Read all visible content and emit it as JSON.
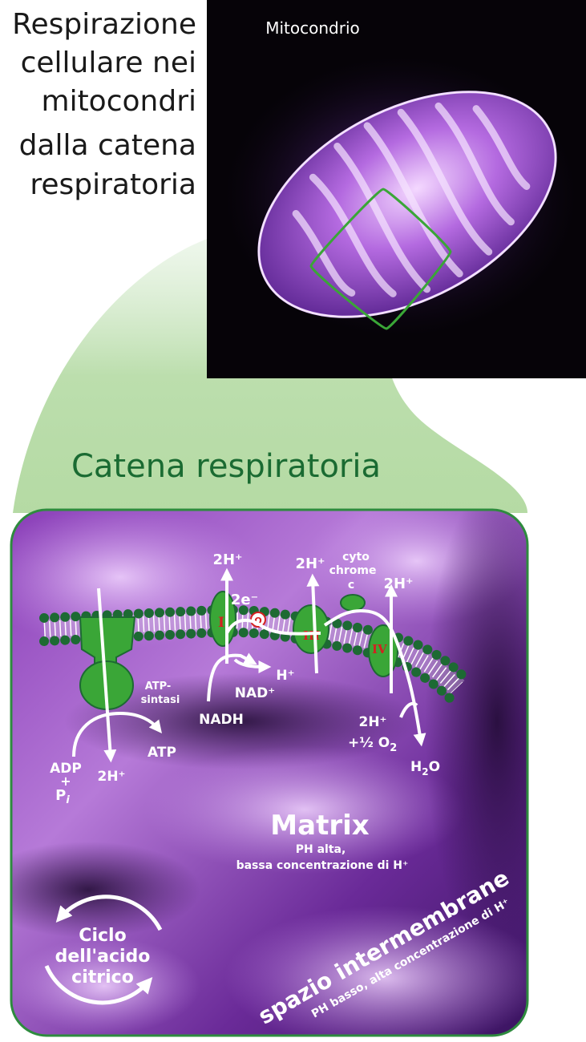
{
  "title_lines": [
    "Respirazione",
    "cellulare nei",
    "mitocondri",
    "dalla catena",
    "respiratoria"
  ],
  "mitochondrion_label": "Mitocondrio",
  "chain_title": "Catena respiratoria",
  "complexes": [
    "I",
    "III",
    "IV"
  ],
  "q_label": "Q",
  "labels": {
    "h_top_1": "2H⁺",
    "h_top_2": "2H⁺",
    "h_top_3": "2H⁺",
    "electrons": "2e⁻",
    "cyto_1": "cyto",
    "cyto_2": "chrome",
    "cyto_3": "c",
    "h_plus": "H⁺",
    "nad": "NAD⁺",
    "nadh": "NADH",
    "atp_sintasi_1": "ATP-",
    "atp_sintasi_2": "sintasi",
    "atp": "ATP",
    "adp": "ADP",
    "plus": "+",
    "p": "P",
    "p_sub": "i",
    "h_bottom": "2H⁺",
    "h_iv": "2H⁺",
    "half_o2": "+½ O",
    "o2_sub": "2",
    "h2o_h": "H",
    "h2o_sub": "2",
    "h2o_o": "O"
  },
  "matrix_title": "Matrix",
  "matrix_sub_1": "PH alta,",
  "matrix_sub_2": "bassa concentrazione di H⁺",
  "cycle": [
    "Ciclo",
    "dell'acido",
    "citrico"
  ],
  "intermembrane_title": "spazio intermembrane",
  "intermembrane_sub": "PH basso, alta concentrazione di H⁺",
  "colors": {
    "green_outline": "#2e8b3e",
    "protein": "#3aa637",
    "purple": "#9b3fc9",
    "title_green": "#1a6b32"
  }
}
